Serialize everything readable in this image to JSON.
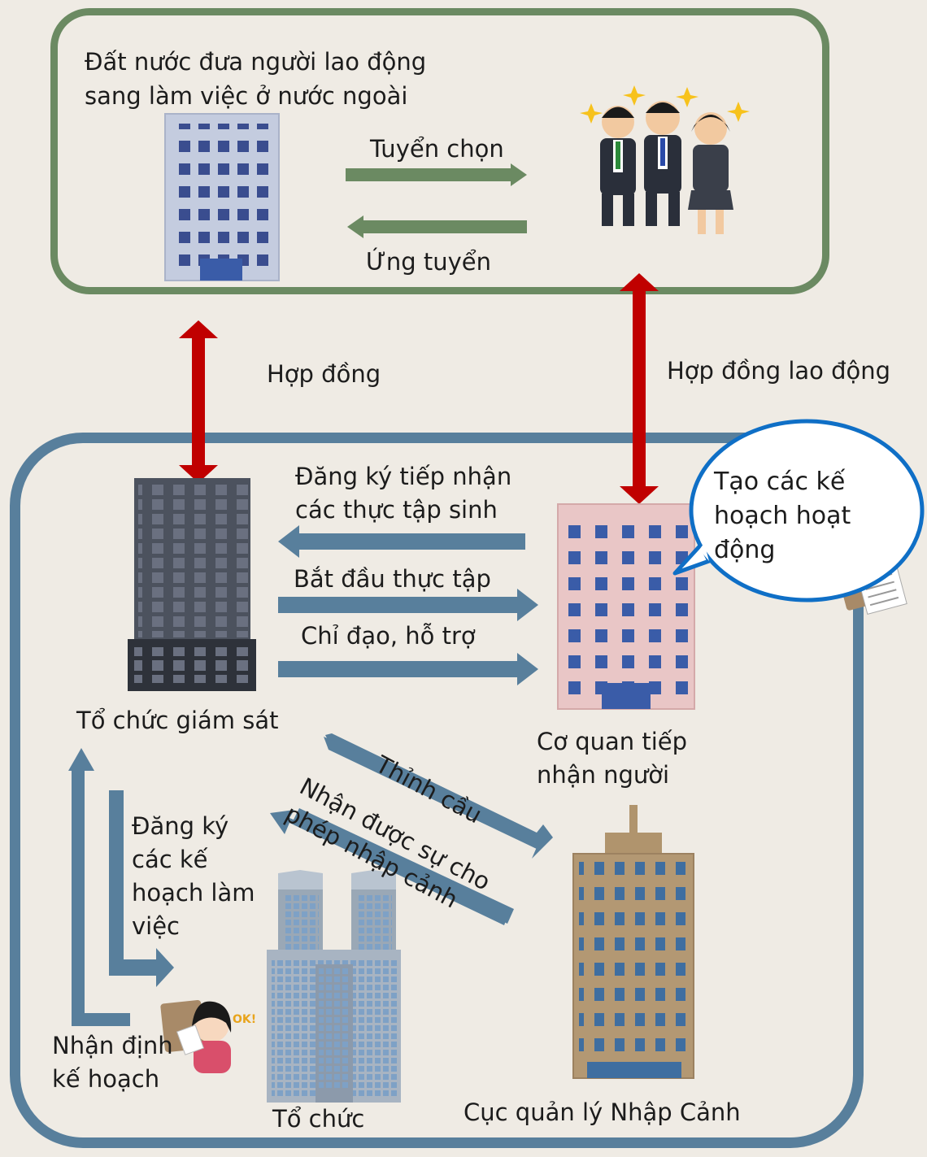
{
  "top_panel": {
    "country_label": "Đất nước đưa người lao động\nsang làm việc ở nước ngoài",
    "selection_label": "Tuyển chọn",
    "apply_label": "Ứng tuyển"
  },
  "links": {
    "contract_label": "Hợp đồng",
    "labor_contract_label": "Hợp đồng lao động"
  },
  "bottom_panel": {
    "register_trainees_label": "Đăng ký tiếp nhận\ncác thực tập sinh",
    "start_training_label": "Bắt đầu thực tập",
    "guidance_label": "Chỉ đạo, hỗ trợ",
    "supervisor_label": "Tổ chức giám sát",
    "host_org_label": "Cơ quan tiếp\nnhận người",
    "bubble_text": "Tạo các kế\nhoạch hoạt\nđộng",
    "request_label": "Thỉnh cầu",
    "permission_label": "Nhận được sự cho\nphép nhập cảnh",
    "register_plan_label": "Đăng ký\ncác kế\nhoạch làm\nviệc",
    "approve_plan_label": "Nhận định\nkế hoạch",
    "organization_label": "Tổ chức",
    "immigration_label": "Cục quản lý Nhập Cảnh"
  },
  "colors": {
    "background": "#efebe4",
    "top_panel_border": "#6b8a62",
    "bottom_panel_border": "#587f9c",
    "contract_arrow": "#c00000",
    "bubble_border": "#0f6fc6"
  }
}
